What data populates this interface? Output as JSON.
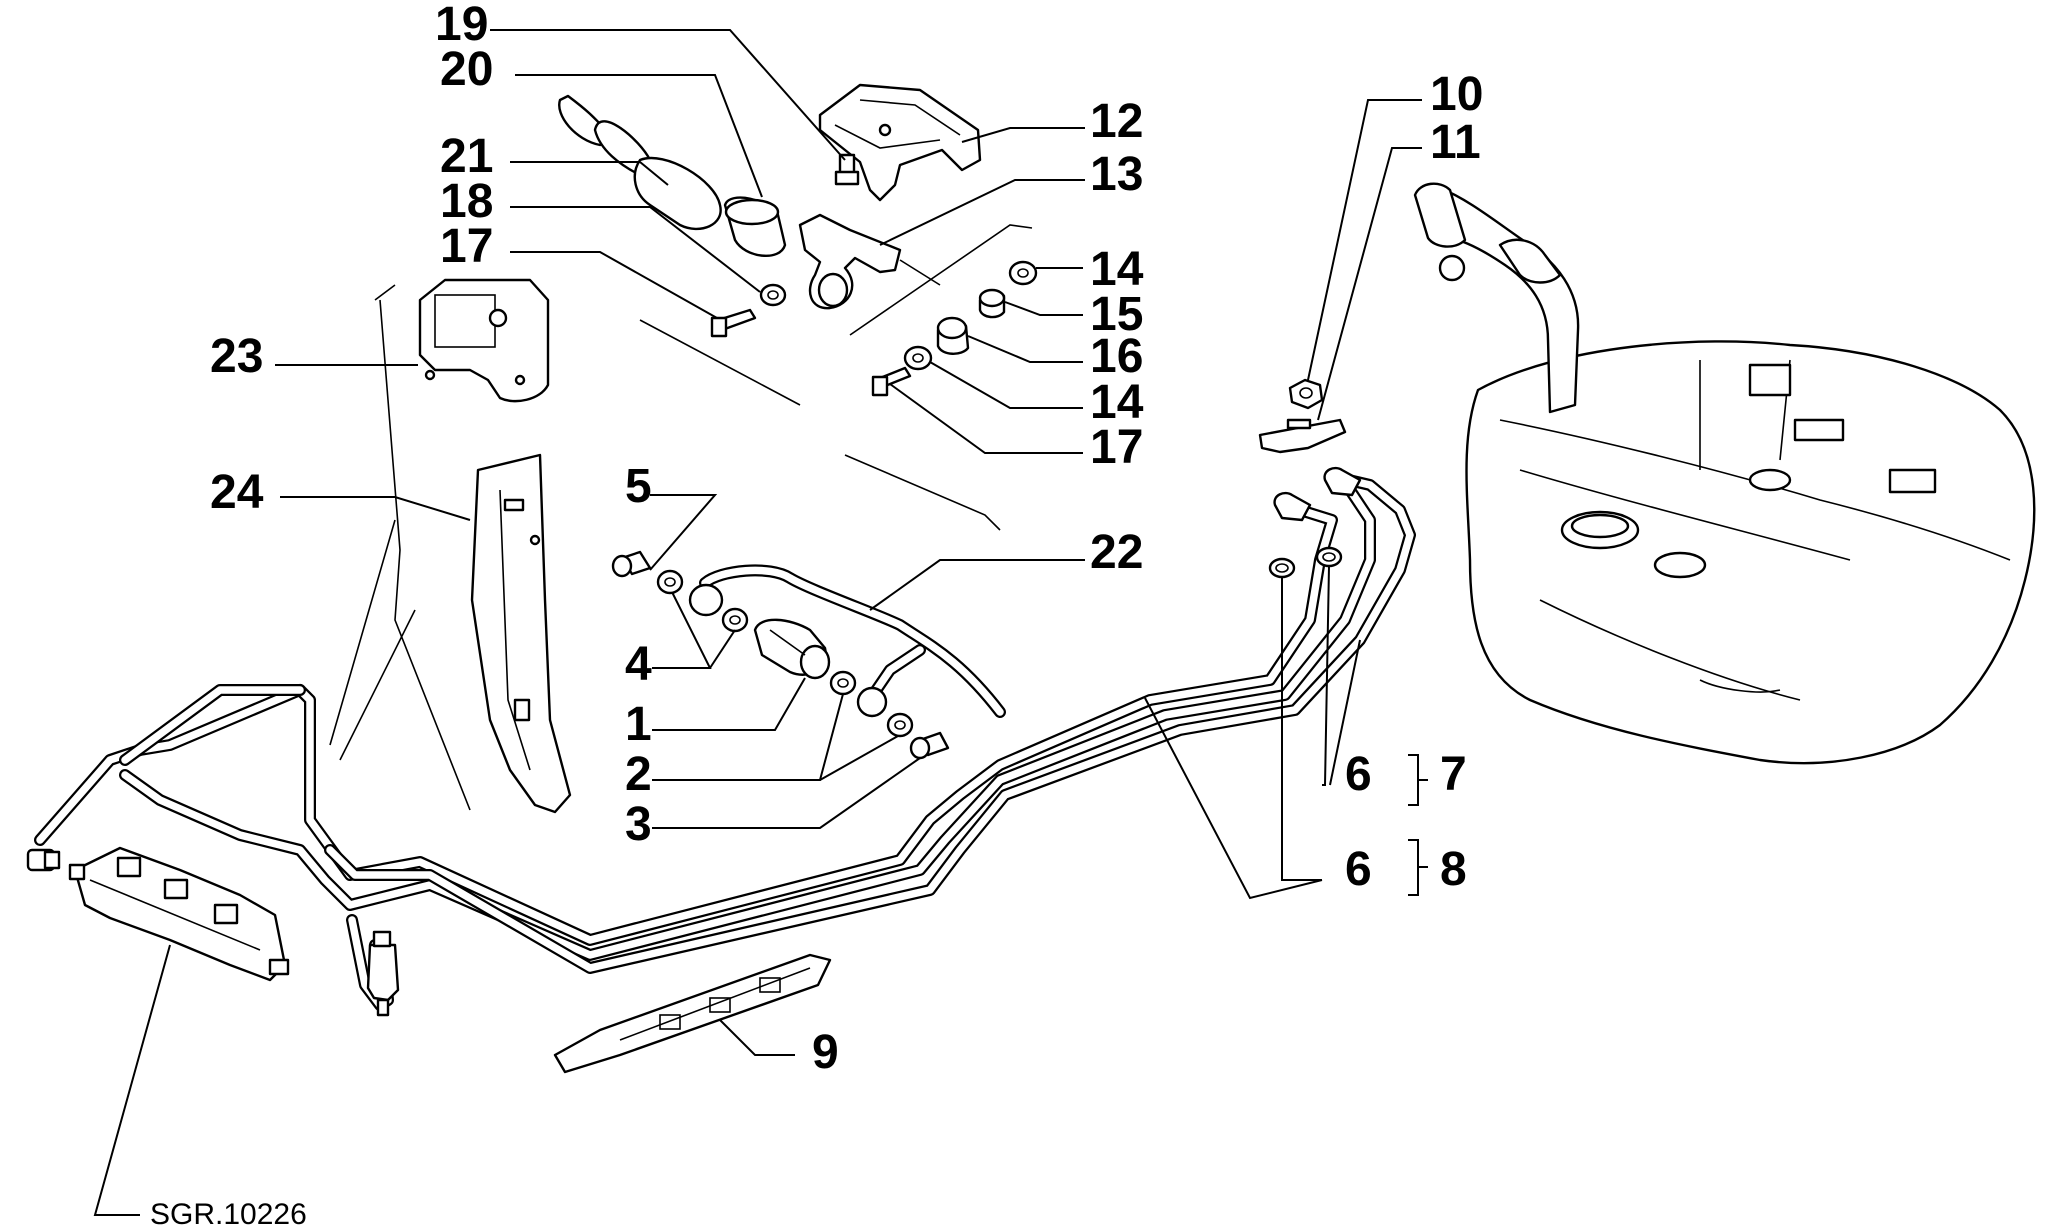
{
  "diagram": {
    "reference_code": "SGR.10226",
    "callouts": [
      {
        "id": "c19",
        "text": "19"
      },
      {
        "id": "c20",
        "text": "20"
      },
      {
        "id": "c21",
        "text": "21"
      },
      {
        "id": "c18",
        "text": "18"
      },
      {
        "id": "c17a",
        "text": "17"
      },
      {
        "id": "c12",
        "text": "12"
      },
      {
        "id": "c13",
        "text": "13"
      },
      {
        "id": "c14a",
        "text": "14"
      },
      {
        "id": "c15",
        "text": "15"
      },
      {
        "id": "c16",
        "text": "16"
      },
      {
        "id": "c14b",
        "text": "14"
      },
      {
        "id": "c17b",
        "text": "17"
      },
      {
        "id": "c10",
        "text": "10"
      },
      {
        "id": "c11",
        "text": "11"
      },
      {
        "id": "c23",
        "text": "23"
      },
      {
        "id": "c24",
        "text": "24"
      },
      {
        "id": "c5",
        "text": "5"
      },
      {
        "id": "c4",
        "text": "4"
      },
      {
        "id": "c1",
        "text": "1"
      },
      {
        "id": "c2",
        "text": "2"
      },
      {
        "id": "c3",
        "text": "3"
      },
      {
        "id": "c22",
        "text": "22"
      },
      {
        "id": "c6a",
        "text": "6"
      },
      {
        "id": "c7",
        "text": "7"
      },
      {
        "id": "c6b",
        "text": "6"
      },
      {
        "id": "c8",
        "text": "8"
      },
      {
        "id": "c9",
        "text": "9"
      }
    ]
  }
}
